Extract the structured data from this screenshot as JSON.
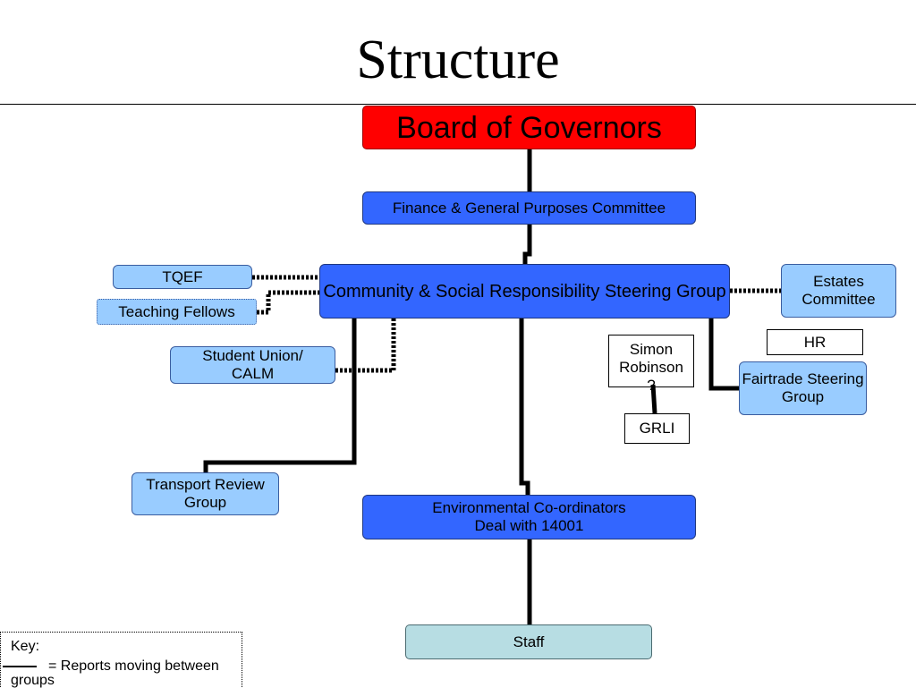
{
  "slide": {
    "title": "Structure"
  },
  "diagram": {
    "board": [
      "Board of Governors"
    ],
    "finance": [
      "Finance & General Purposes Committee"
    ],
    "steering_group": [
      "Community & Social Responsibility Steering Group"
    ],
    "tqef": [
      "TQEF"
    ],
    "teaching_fellows": [
      "Teaching Fellows"
    ],
    "student_union": [
      "Student Union/",
      "CALM"
    ],
    "transport": [
      "Transport Review",
      "Group"
    ],
    "environmental": [
      "Environmental Co-ordinators",
      "Deal with 14001"
    ],
    "staff": [
      "Staff"
    ],
    "estates": [
      "Estates",
      "Committee"
    ],
    "hr": [
      "HR"
    ],
    "fairtrade": [
      "Fairtrade Steering",
      "Group"
    ],
    "simon_robinson": [
      "Simon",
      "Robinson",
      "?"
    ],
    "grli": [
      "GRLI"
    ]
  },
  "key": {
    "heading": "Key:",
    "solid_line": "= Reports moving between groups"
  },
  "colors": {
    "board_fill": "#ff0000",
    "committee_fill": "#3366ff",
    "group_fill": "#99ccff",
    "staff_fill": "#b7dde3",
    "plain_fill": "#ffffff",
    "connector": "#000000"
  }
}
